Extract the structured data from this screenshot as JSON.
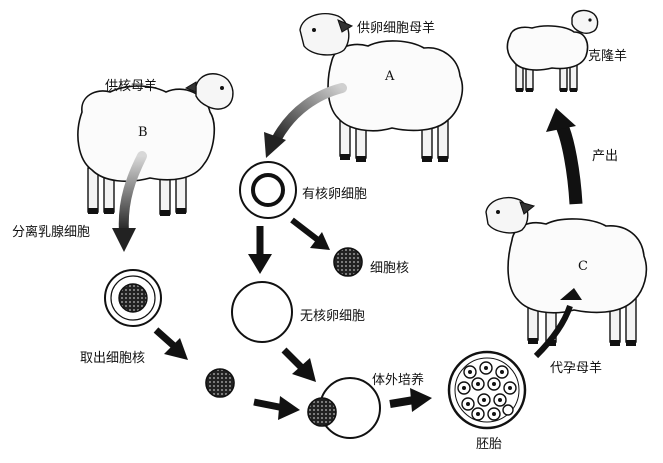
{
  "sheep": {
    "B": {
      "label": "供核母羊",
      "letter": "B"
    },
    "A": {
      "label": "供卵细胞母羊",
      "letter": "A"
    },
    "C": {
      "label": "代孕母羊",
      "letter": "C"
    },
    "clone": {
      "label": "克隆羊"
    }
  },
  "labels": {
    "separate_mammary": "分离乳腺细胞",
    "take_nucleus": "取出细胞核",
    "nucleated_egg": "有核卵细胞",
    "nucleus": "细胞核",
    "enucleated_egg": "无核卵细胞",
    "in_vitro_culture": "体外培养",
    "embryo": "胚胎",
    "birth": "产出"
  }
}
